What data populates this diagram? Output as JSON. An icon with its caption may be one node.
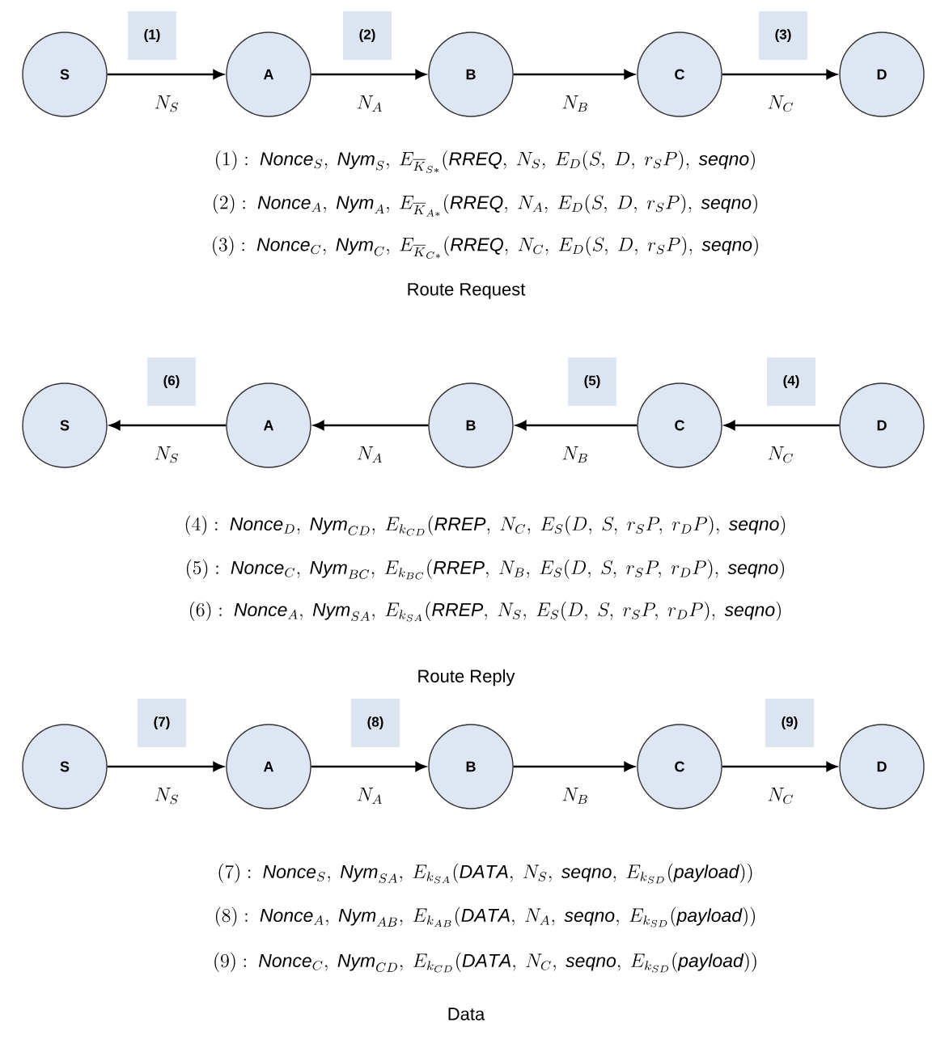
{
  "diagram": {
    "nodes": [
      {
        "text": [
          "(1)"
        ]
      },
      {
        "text": [
          "(2)"
        ]
      },
      {
        "text": [
          "(3)"
        ]
      },
      {
        "text": [
          "S"
        ]
      },
      {
        "text": [
          "A"
        ]
      },
      {
        "text": [
          "B"
        ]
      },
      {
        "text": [
          "C"
        ]
      },
      {
        "text": [
          "D"
        ]
      },
      {
        "text": [
          "(6)"
        ]
      },
      {
        "text": [
          "(5)"
        ]
      },
      {
        "text": [
          "(4)"
        ]
      },
      {
        "text": [
          "S"
        ]
      },
      {
        "text": [
          "A"
        ]
      },
      {
        "text": [
          "B"
        ]
      },
      {
        "text": [
          "C"
        ]
      },
      {
        "text": [
          "D"
        ]
      },
      {
        "text": [
          "(7)"
        ]
      },
      {
        "text": [
          "(8)"
        ]
      },
      {
        "text": [
          "(9)"
        ]
      },
      {
        "text": [
          "S"
        ]
      },
      {
        "text": [
          "A"
        ]
      },
      {
        "text": [
          "B"
        ]
      },
      {
        "text": [
          "C"
        ]
      },
      {
        "text": [
          "D"
        ]
      }
    ],
    "edges": [
      {
        "from": 3,
        "to": 4,
        "arrow": "to",
        "label": "N_S"
      },
      {
        "from": 4,
        "to": 5,
        "arrow": "to",
        "label": "N_A"
      },
      {
        "from": 5,
        "to": 6,
        "arrow": "to",
        "label": "N_B"
      },
      {
        "from": 6,
        "to": 7,
        "arrow": "to",
        "label": "N_C"
      },
      {
        "from": 12,
        "to": 11,
        "arrow": "to",
        "label": "N_S"
      },
      {
        "from": 13,
        "to": 12,
        "arrow": "to",
        "label": "N_A"
      },
      {
        "from": 14,
        "to": 13,
        "arrow": "to",
        "label": "N_B"
      },
      {
        "from": 15,
        "to": 14,
        "arrow": "to",
        "label": "N_C"
      },
      {
        "from": 19,
        "to": 20,
        "arrow": "to",
        "label": "N_S"
      },
      {
        "from": 20,
        "to": 21,
        "arrow": "to",
        "label": "N_A"
      },
      {
        "from": 21,
        "to": 22,
        "arrow": "to",
        "label": "N_B"
      },
      {
        "from": 22,
        "to": 23,
        "arrow": "to",
        "label": "N_C"
      }
    ],
    "labels": [
      "(1):\\ \\mathit{Nonce}_S,\\ \\mathit{Nym}_S,\\ E_{\\overline{K}_{S*}}(\\mathit{RREQ},\\ N_S,\\ E_D(S,\\ D,\\ r_SP),\\ \\mathit{seqno})",
      "(2):\\ \\mathit{Nonce}_A,\\ \\mathit{Nym}_A,\\ E_{\\overline{K}_{A*}}(\\mathit{RREQ},\\ N_A,\\ E_D(S,\\ D,\\ r_SP),\\ \\mathit{seqno})",
      "(3):\\ \\mathit{Nonce}_C,\\ \\mathit{Nym}_C,\\ E_{\\overline{K}_{C*}}(\\mathit{RREQ},\\ N_C,\\ E_D(S,\\ D,\\ r_SP),\\ \\mathit{seqno})",
      "Route Request",
      "(4):\\ \\mathit{Nonce}_D,\\ \\mathit{Nym}_{CD},\\ E_{k_{CD}}(\\mathit{RREP},\\ N_C,\\ E_S(D,\\ S,\\ r_SP,\\ r_DP),\\ \\mathit{seqno})",
      "(5):\\ \\mathit{Nonce}_C,\\ \\mathit{Nym}_{BC},\\ E_{k_{BC}}(\\mathit{RREP},\\ N_B,\\ E_S(D,\\ S,\\ r_SP,\\ r_DP),\\ \\mathit{seqno})",
      "(6):\\ \\mathit{Nonce}_A,\\ \\mathit{Nym}_{SA},\\ E_{k_{SA}}(\\mathit{RREP},\\ N_S,\\ E_S(D,\\ S,\\ r_SP,\\ r_DP),\\ \\mathit{seqno})",
      "Route Reply",
      "(7):\\ \\mathit{Nonce}_S,\\ \\mathit{Nym}_{SA},\\ E_{k_{SA}}(\\mathit{DATA},\\ N_S,\\ \\mathit{seqno},\\ E_{k_{SD}}(\\mathit{payload}))",
      "(8):\\ \\mathit{Nonce}_A,\\ \\mathit{Nym}_{AB},\\ E_{k_{AB}}(\\mathit{DATA},\\ N_A,\\ \\mathit{seqno},\\ E_{k_{SD}}(\\mathit{payload}))",
      "(9):\\ \\mathit{Nonce}_C,\\ \\mathit{Nym}_{CD},\\ E_{k_{CD}}(\\mathit{DATA},\\ N_C,\\ \\mathit{seqno},\\ E_{k_{SD}}(\\mathit{payload}))",
      "Data"
    ]
  }
}
